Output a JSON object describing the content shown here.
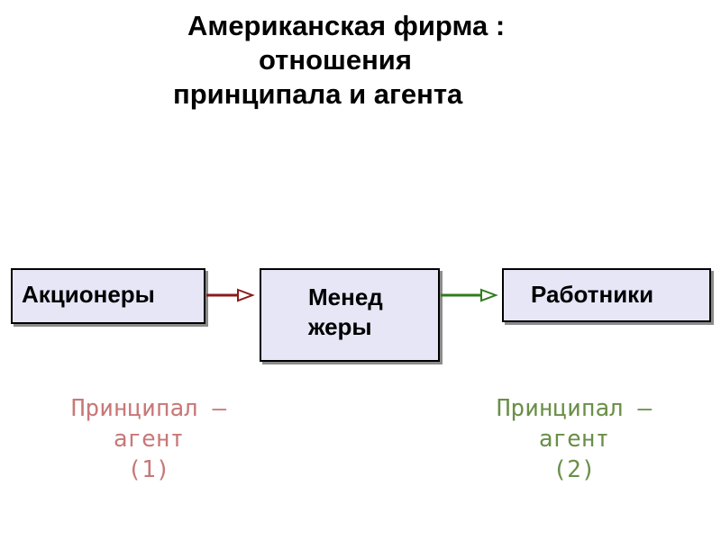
{
  "title": {
    "line1": "Американская фирма :",
    "line2": "отношения",
    "line3": "принципала и агента"
  },
  "boxes": {
    "shareholders": "Акционеры",
    "managers": "Менед\nжеры",
    "workers": "Работники"
  },
  "relations": {
    "first": "Принципал –\nагент\n(1)",
    "second": "Принципал –\nагент\n(2)"
  },
  "colors": {
    "box_fill": "#e6e6f7",
    "arrow_1": "#8b1a1a",
    "arrow_2": "#2e7d1e",
    "relation_1_text": "#c87878",
    "relation_2_text": "#6a8f48"
  }
}
